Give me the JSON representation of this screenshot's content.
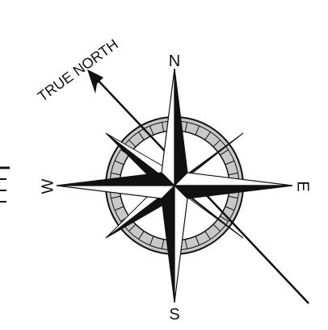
{
  "labels": {
    "true_north": "TRUE NORTH",
    "n": "N",
    "s": "S",
    "e": "E",
    "w": "W"
  },
  "colors": {
    "ink": "#111111",
    "ring_fill": "#c8c8c8",
    "background": "#ffffff",
    "point_dark": "#1a1a1a",
    "point_mid": "#8a8a8a",
    "point_light": "#ffffff"
  },
  "icons": {
    "rose": "compass-rose-icon",
    "arrow": "true-north-arrow-icon"
  }
}
